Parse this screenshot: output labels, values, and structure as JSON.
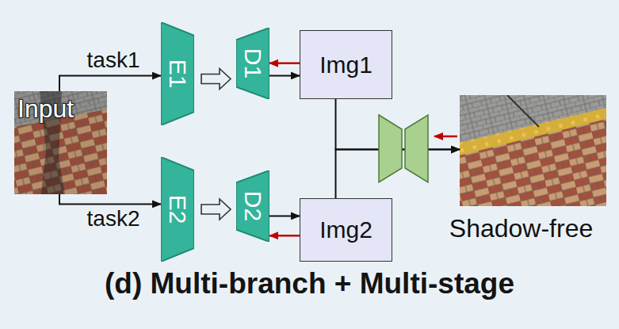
{
  "diagram": {
    "caption": "(d) Multi-branch + Multi-stage",
    "nodes": [
      {
        "text": [
          "Input"
        ]
      },
      {
        "text": [
          "E1"
        ]
      },
      {
        "text": [
          "D1"
        ]
      },
      {
        "text": [
          "Img1"
        ]
      },
      {
        "text": [
          "E2"
        ]
      },
      {
        "text": [
          "D2"
        ]
      },
      {
        "text": [
          "Img2"
        ]
      },
      {
        "text": [
          "Shadow-free"
        ]
      }
    ],
    "edges": [
      {
        "from": 0,
        "to": 1,
        "arrow": "to",
        "label": "task1"
      },
      {
        "from": 0,
        "to": 4,
        "arrow": "to",
        "label": "task2"
      },
      {
        "from": 1,
        "to": 2,
        "arrow": "to"
      },
      {
        "from": 2,
        "to": 3,
        "arrow": "to"
      },
      {
        "from": 3,
        "to": 2,
        "arrow": "to"
      },
      {
        "from": 4,
        "to": 5,
        "arrow": "to"
      },
      {
        "from": 5,
        "to": 6,
        "arrow": "to"
      },
      {
        "from": 6,
        "to": 5,
        "arrow": "to"
      },
      {
        "from": 3,
        "to": 7,
        "arrow": "to"
      },
      {
        "from": 6,
        "to": 7,
        "arrow": "to"
      }
    ]
  }
}
